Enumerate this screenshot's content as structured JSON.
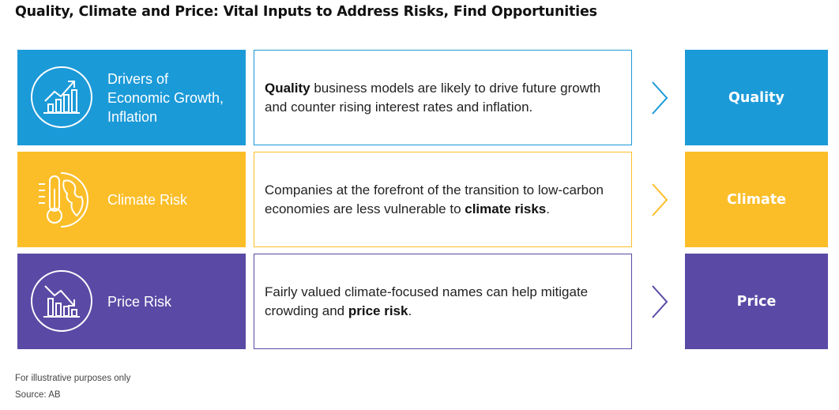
{
  "title": "Quality, Climate and Price: Vital Inputs to Address Risks, Find Opportunities",
  "rows": [
    {
      "driver_label": "Drivers of\nEconomic Growth,\nInflation",
      "icon": "growth-chart-icon",
      "desc_bold": "Quality",
      "desc_pre": "",
      "desc_post": " business models are likely to drive future growth and counter rising interest rates and inflation.",
      "target": "Quality",
      "color": "#1b9ad8"
    },
    {
      "driver_label": "Climate Risk",
      "icon": "thermometer-globe-icon",
      "desc_pre": "Companies at the forefront of the transition to low-carbon economies are less vulnerable to ",
      "desc_bold": "climate risks",
      "desc_post": ".",
      "target": "Climate",
      "color": "#fbbe28"
    },
    {
      "driver_label": "Price Risk",
      "icon": "declining-chart-icon",
      "desc_pre": "Fairly valued climate-focused names can help mitigate crowding and ",
      "desc_bold": "price risk",
      "desc_post": ".",
      "target": "Price",
      "color": "#5a4aa5"
    }
  ],
  "footnotes": [
    "For illustrative purposes only",
    "Source: AB"
  ]
}
